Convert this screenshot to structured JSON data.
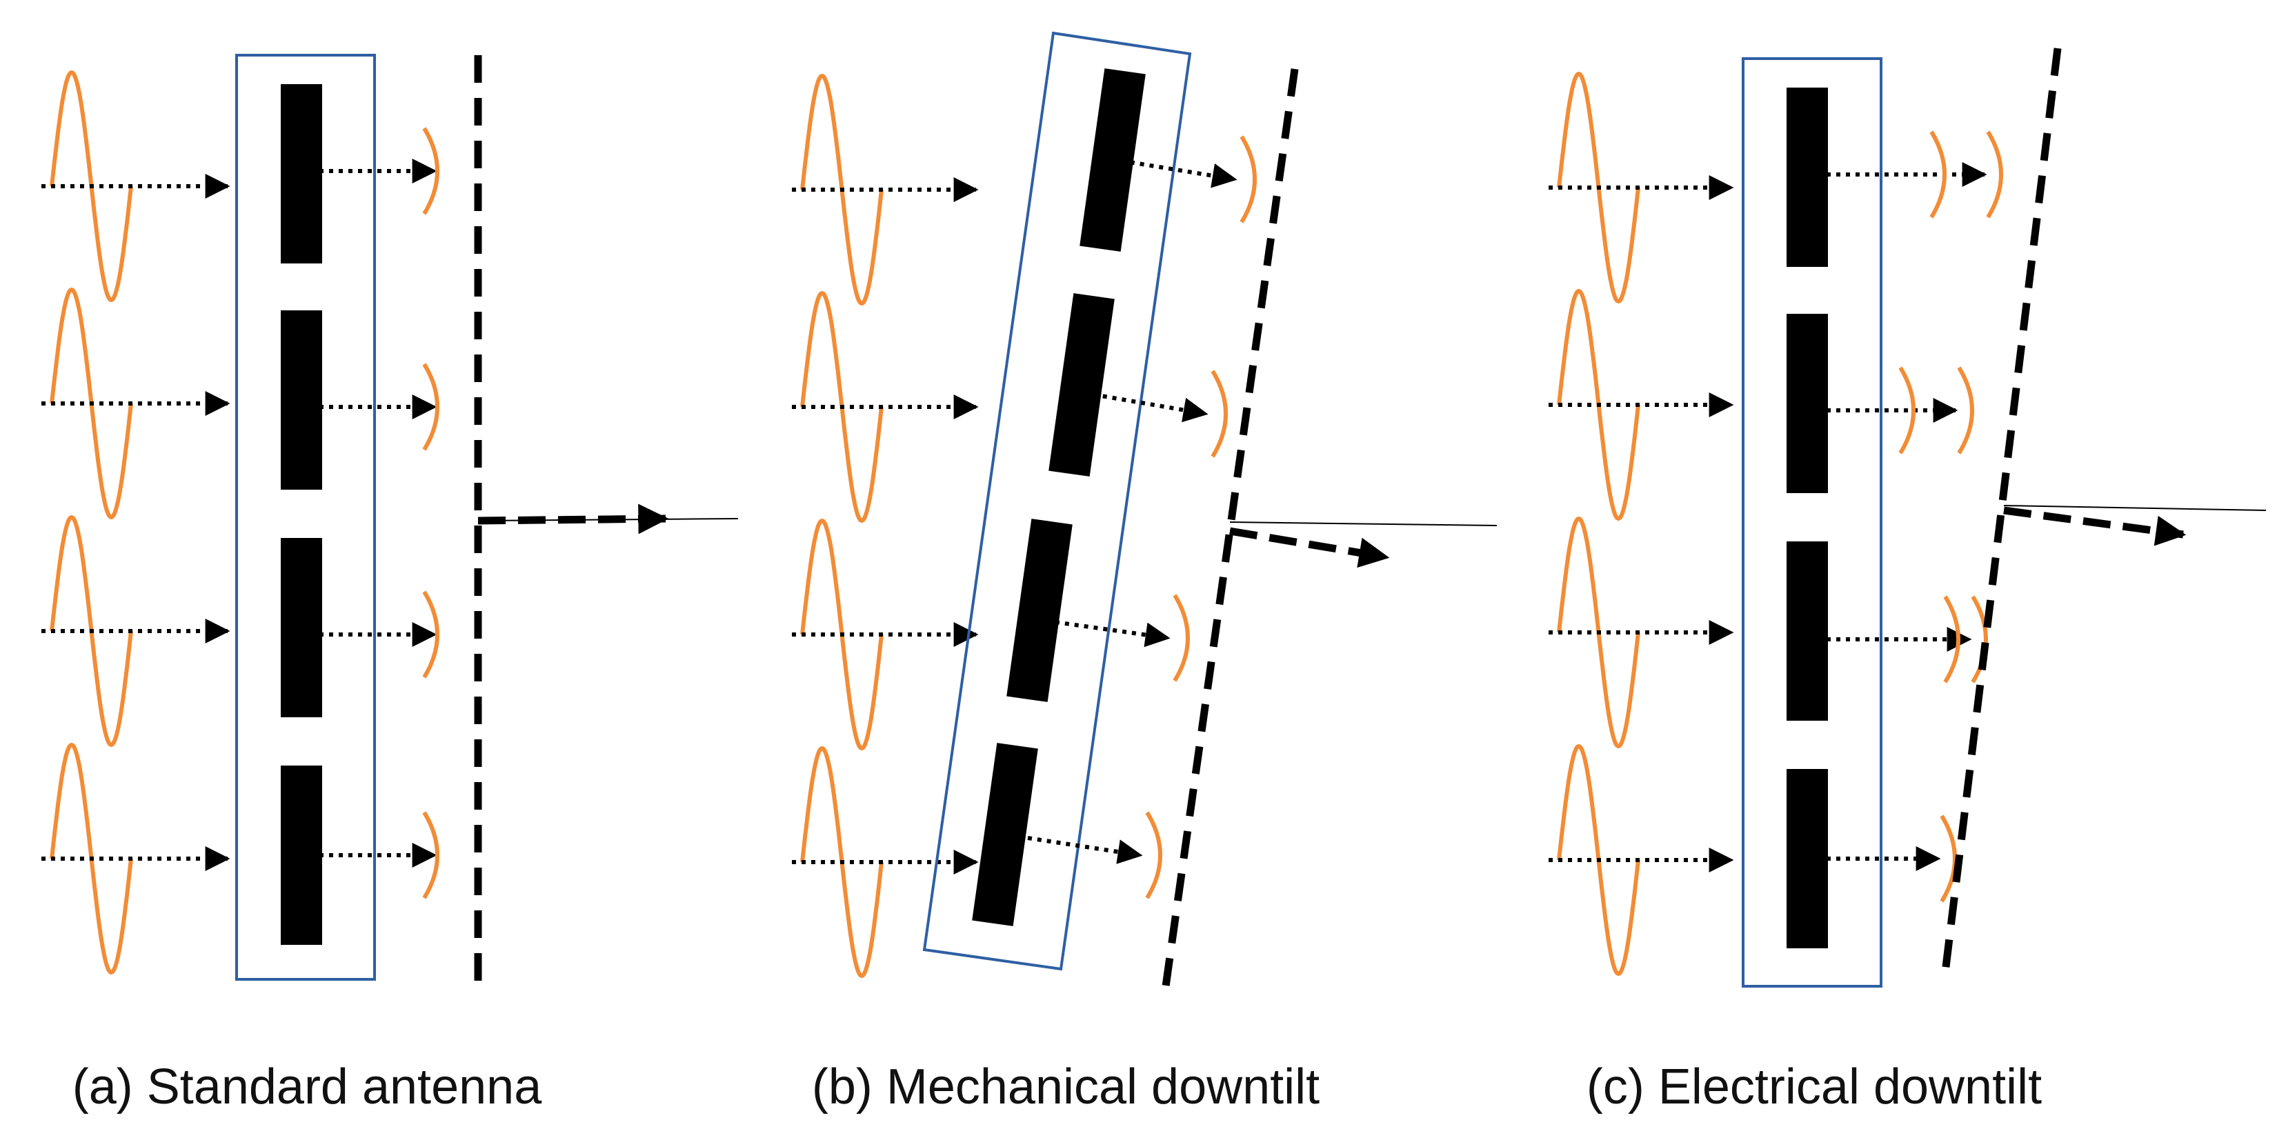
{
  "figure": {
    "colors": {
      "signal": "#F28C36",
      "frame": "#2E5FA3",
      "ink": "#000000",
      "background": "#FFFFFF"
    },
    "panels": [
      {
        "id": "standard",
        "caption": "(a) Standard antenna"
      },
      {
        "id": "mechanical",
        "caption": "(b) Mechanical downtilt"
      },
      {
        "id": "electrical",
        "caption": "(c) Electrical downtilt"
      }
    ]
  }
}
